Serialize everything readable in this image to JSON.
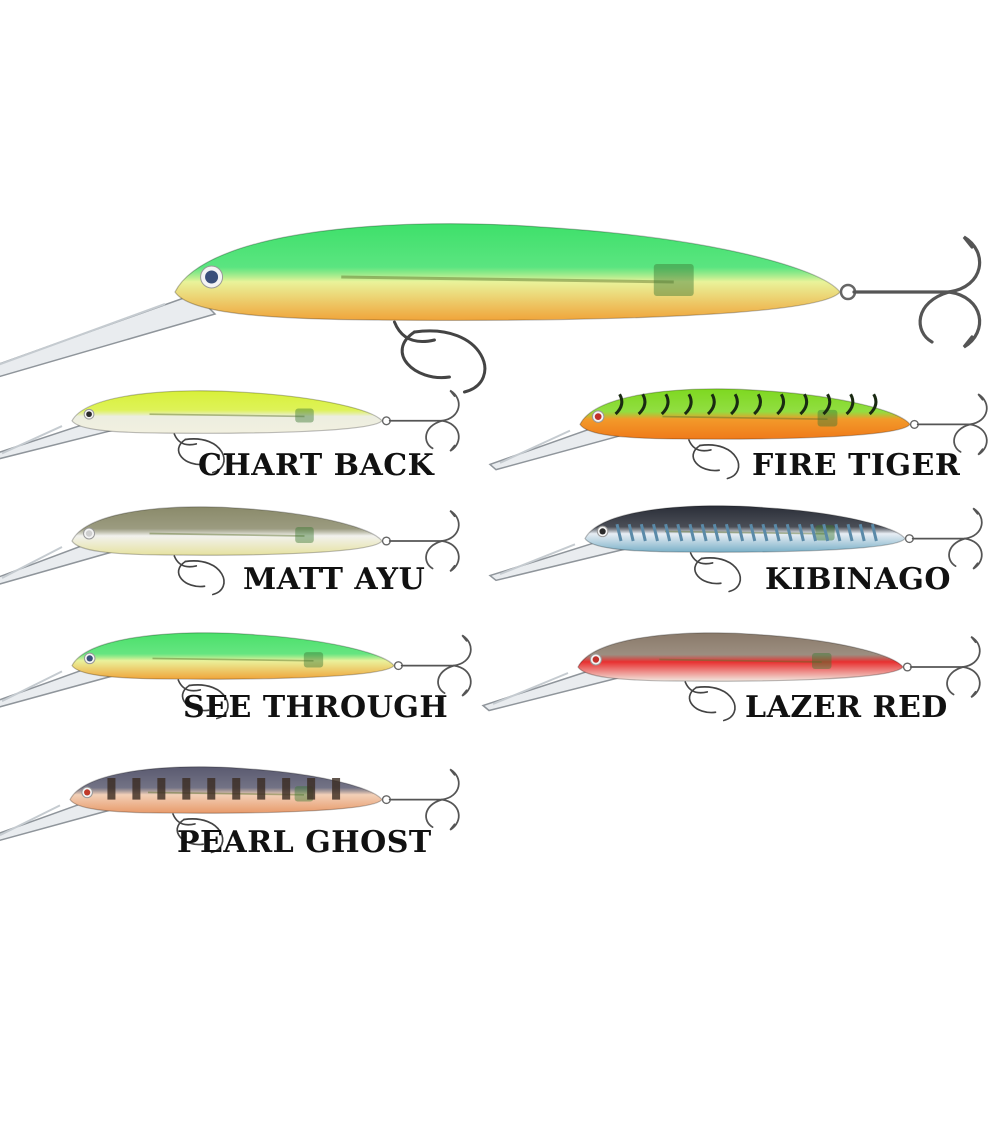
{
  "lures": [
    {
      "id": "hero",
      "label": "",
      "body_top": "#3ee06a",
      "body_belly": "#e9f39a",
      "belly_stripe": "#f0a43a",
      "eye": "#3a4f7a"
    },
    {
      "id": "chart-back",
      "label": "CHART BACK",
      "body_top": "#d8f03a",
      "body_belly": "#eceee0",
      "belly_stripe": "#f2f0e0",
      "eye": "#2a2a2a"
    },
    {
      "id": "fire-tiger",
      "label": "FIRE TIGER",
      "body_top": "#7ed820",
      "body_belly": "#f29a2a",
      "belly_stripe": "#f07a1a",
      "eye": "#c0302a"
    },
    {
      "id": "matt-ayu",
      "label": "MATT AYU",
      "body_top": "#8a8a6a",
      "body_belly": "#f2f2ee",
      "belly_stripe": "#e6e2a0",
      "eye": "#cfcfcf"
    },
    {
      "id": "kibinago",
      "label": "KIBINAGO",
      "body_top": "#2a2e38",
      "body_belly": "#e8eef4",
      "belly_stripe": "#7ab0c8",
      "eye": "#2a2a2a"
    },
    {
      "id": "see-through",
      "label": "SEE THROUGH",
      "body_top": "#4ae06a",
      "body_belly": "#eaf29c",
      "belly_stripe": "#f0a43a",
      "eye": "#3a4f7a"
    },
    {
      "id": "lazer-red",
      "label": "LAZER RED",
      "body_top": "#8a7a6a",
      "body_belly": "#e83030",
      "belly_stripe": "#f2e8e0",
      "eye": "#c0302a"
    },
    {
      "id": "pearl-ghost",
      "label": "PEARL GHOST",
      "body_top": "#5a5a70",
      "body_belly": "#f2d0b8",
      "belly_stripe": "#e89a6a",
      "eye": "#c03a2a"
    }
  ]
}
